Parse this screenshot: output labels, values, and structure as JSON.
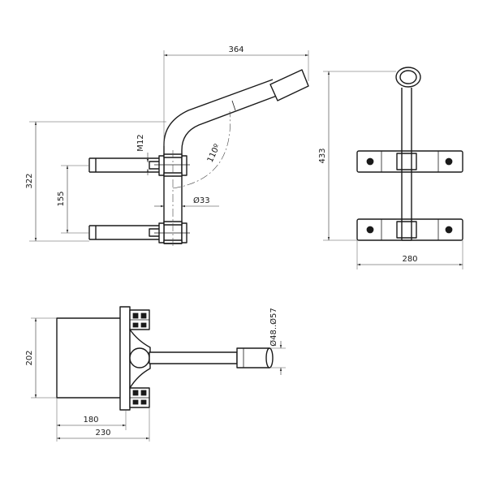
{
  "dimensions": {
    "d364": "364",
    "d433": "433",
    "d322": "322",
    "d155": "155",
    "m12": "M12",
    "d110": "110º",
    "d33": "Ø33",
    "d280": "280",
    "d202": "202",
    "d48_57": "Ø48..Ø57",
    "d180": "180",
    "d230": "230"
  }
}
